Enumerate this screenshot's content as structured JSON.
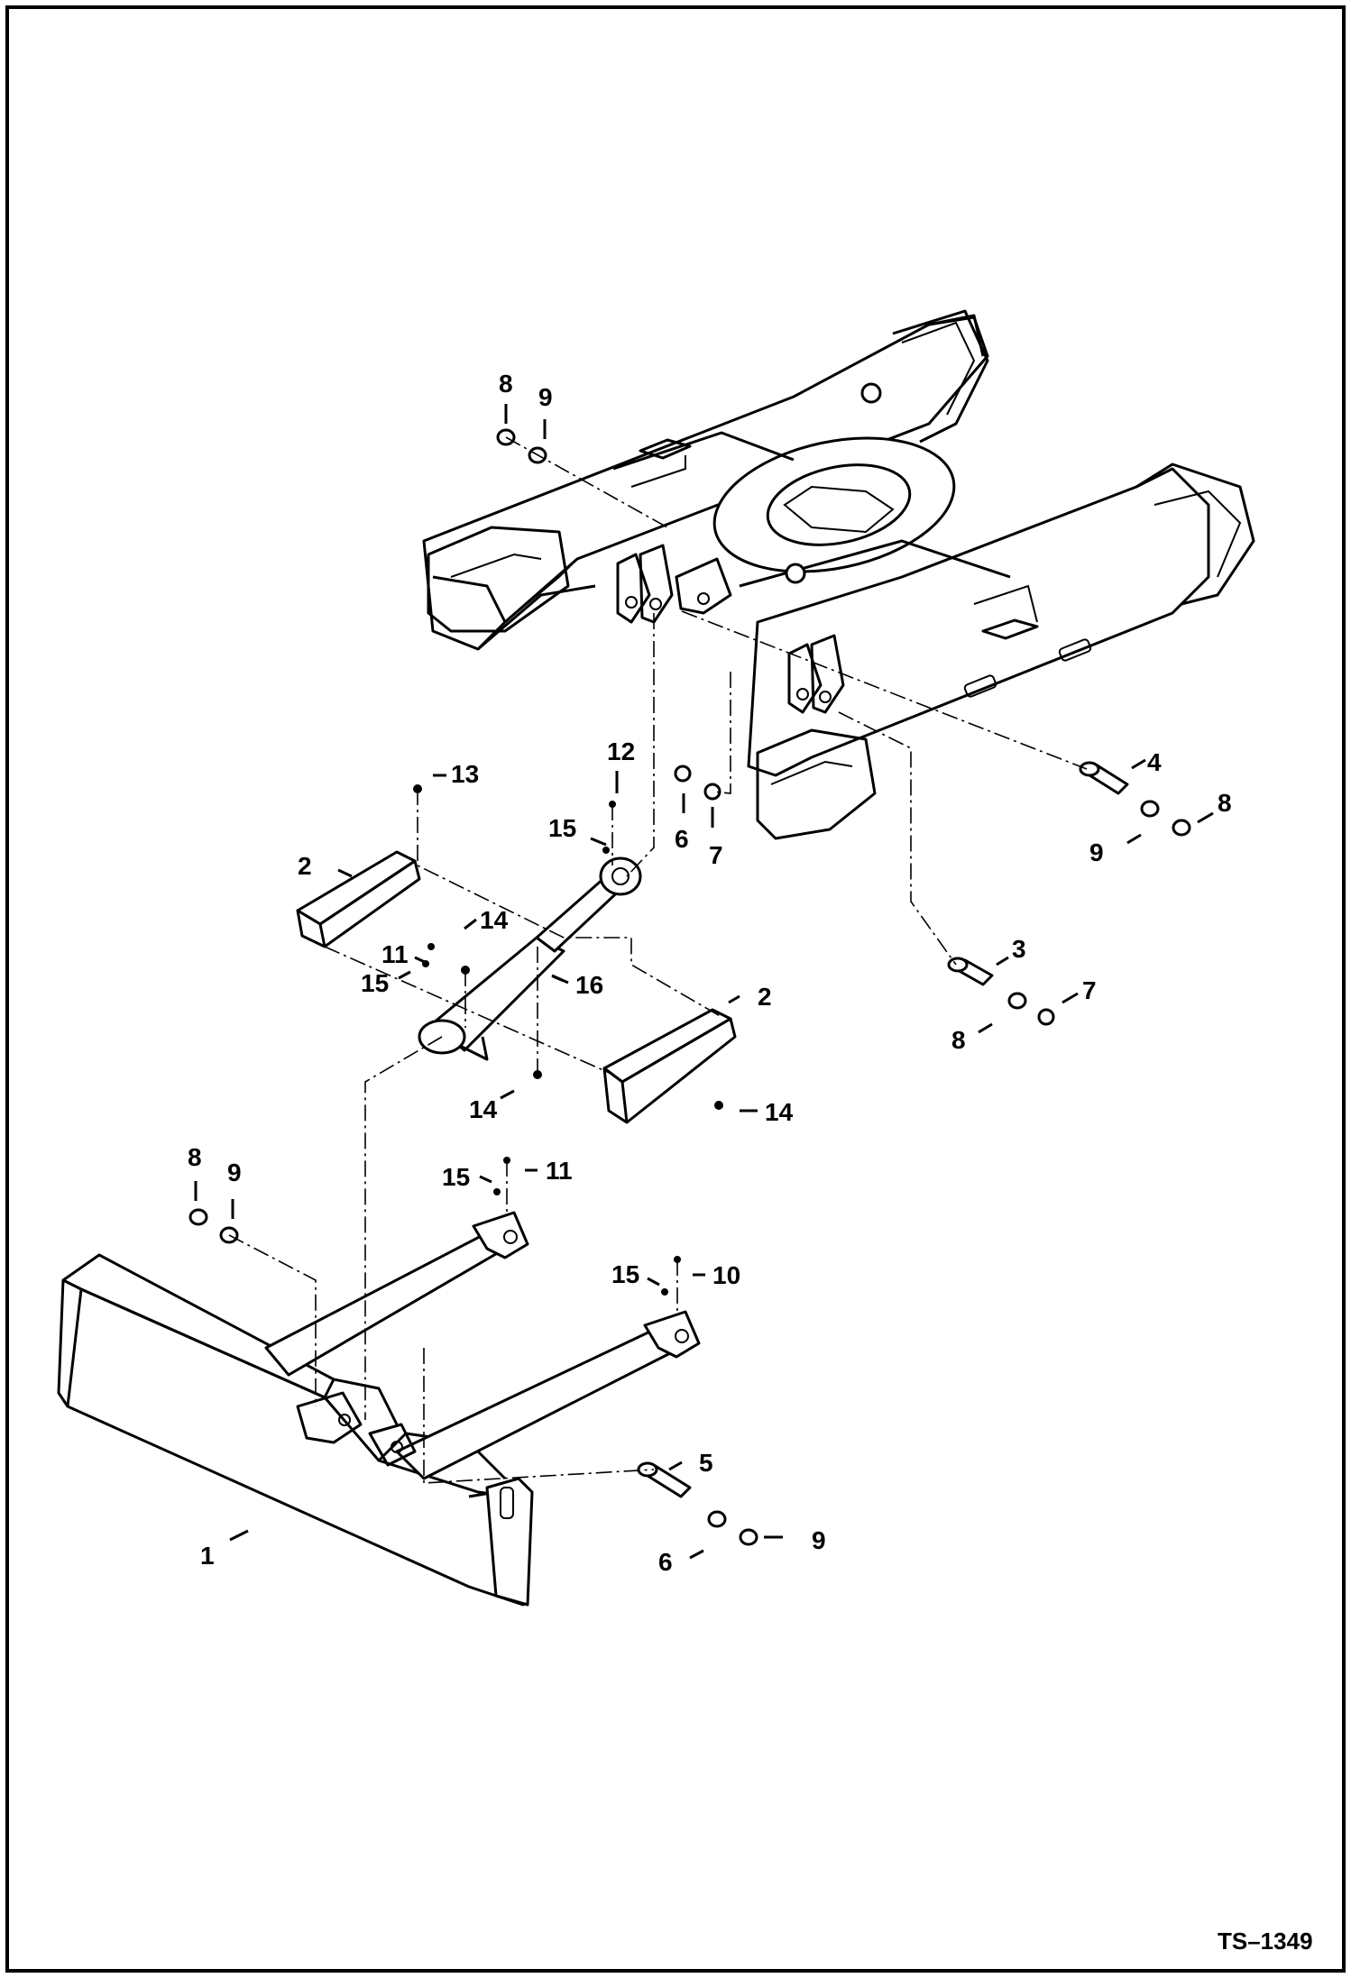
{
  "drawing": {
    "figure_id": "TS–1349",
    "callouts": [
      {
        "id": "c1",
        "text": "1"
      },
      {
        "id": "c2a",
        "text": "2"
      },
      {
        "id": "c2b",
        "text": "2"
      },
      {
        "id": "c3",
        "text": "3"
      },
      {
        "id": "c4",
        "text": "4"
      },
      {
        "id": "c5",
        "text": "5"
      },
      {
        "id": "c6a",
        "text": "6"
      },
      {
        "id": "c6b",
        "text": "6"
      },
      {
        "id": "c7a",
        "text": "7"
      },
      {
        "id": "c7b",
        "text": "7"
      },
      {
        "id": "c8a",
        "text": "8"
      },
      {
        "id": "c8b",
        "text": "8"
      },
      {
        "id": "c8c",
        "text": "8"
      },
      {
        "id": "c8d",
        "text": "8"
      },
      {
        "id": "c9a",
        "text": "9"
      },
      {
        "id": "c9b",
        "text": "9"
      },
      {
        "id": "c9c",
        "text": "9"
      },
      {
        "id": "c9d",
        "text": "9"
      },
      {
        "id": "c10",
        "text": "10"
      },
      {
        "id": "c11a",
        "text": "11"
      },
      {
        "id": "c11b",
        "text": "11"
      },
      {
        "id": "c12",
        "text": "12"
      },
      {
        "id": "c13",
        "text": "13"
      },
      {
        "id": "c14a",
        "text": "14"
      },
      {
        "id": "c14b",
        "text": "14"
      },
      {
        "id": "c14c",
        "text": "14"
      },
      {
        "id": "c15a",
        "text": "15"
      },
      {
        "id": "c15b",
        "text": "15"
      },
      {
        "id": "c15c",
        "text": "15"
      },
      {
        "id": "c15d",
        "text": "15"
      },
      {
        "id": "c16",
        "text": "16"
      }
    ]
  }
}
